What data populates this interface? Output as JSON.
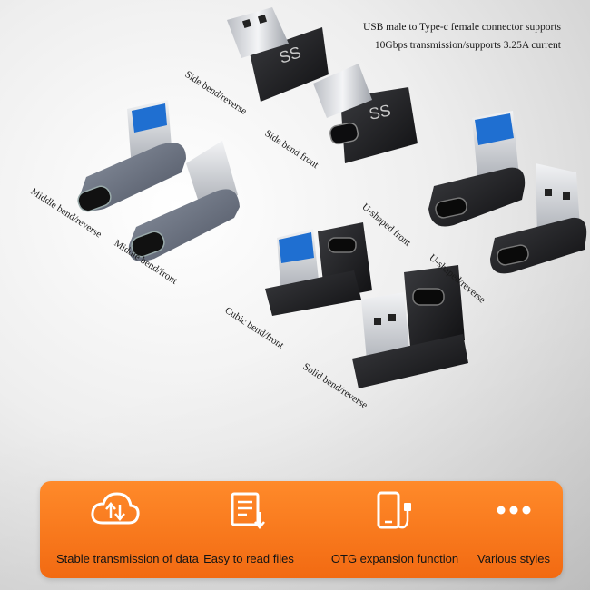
{
  "headline": {
    "line1": "USB male to Type-c female connector supports",
    "line2": "10Gbps transmission/supports 3.25A current"
  },
  "product_labels": {
    "side_reverse": "Side bend/reverse",
    "side_front": "Side bend front",
    "middle_reverse": "Middle bend/reverse",
    "middle_front": "Middle bend/front",
    "u_front": "U-shaped front",
    "u_reverse": "U-shaped/reverse",
    "cubic_front": "Cubic bend/front",
    "solid_reverse": "Solid bend/reverse"
  },
  "connector_marking": "SS",
  "features": [
    {
      "label": "Stable transmission of data",
      "icon": "cloud-transfer-icon"
    },
    {
      "label": "Easy to read files",
      "icon": "document-icon"
    },
    {
      "label": "OTG expansion function",
      "icon": "phone-cable-icon"
    },
    {
      "label": "Various styles",
      "icon": "more-dots-icon"
    }
  ],
  "colors": {
    "banner_orange": "#f26a12",
    "usb_blue": "#1f6fd1",
    "adapter_gray": "#6e7584",
    "adapter_black": "#1c1c1e"
  }
}
